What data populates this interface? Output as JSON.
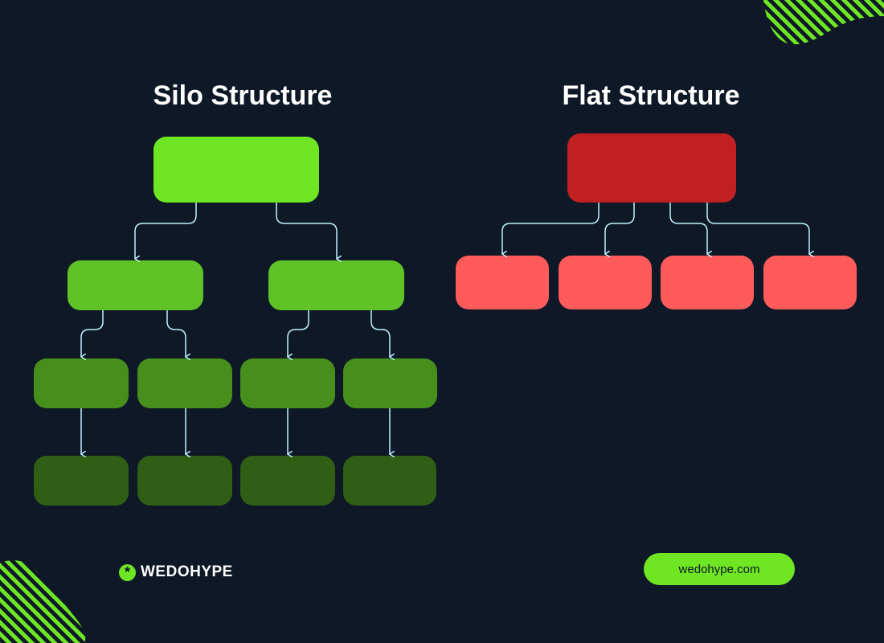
{
  "titles": {
    "silo": "Silo Structure",
    "flat": "Flat Structure"
  },
  "brand": {
    "name": "WEDOHYPE",
    "url": "wedohype.com"
  },
  "colors": {
    "background": "#0e1827",
    "silo_level_1": "#6ee624",
    "silo_level_2": "#5fc226",
    "silo_level_3": "#468f1c",
    "silo_level_4": "#2f5e14",
    "flat_root": "#c02022",
    "flat_child": "#ff5b5b",
    "connector": "#bff2ff",
    "accent": "#6ee624"
  }
}
